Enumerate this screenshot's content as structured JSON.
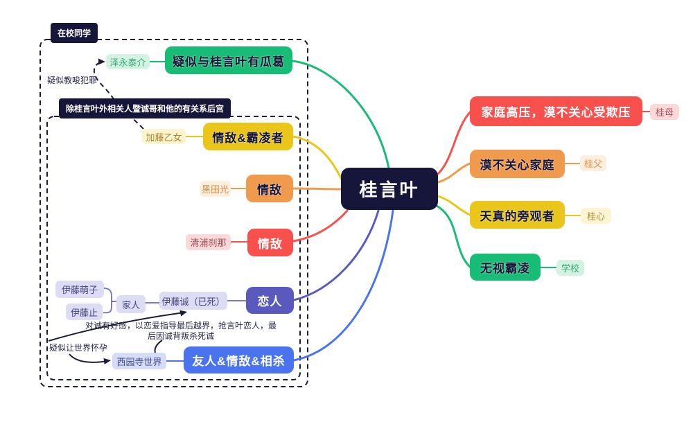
{
  "palette": {
    "dark": "#16163b",
    "line": "#1b1b3a",
    "note_text": "#262648",
    "green": "#17bd74",
    "green_light": "#d3f2e2",
    "green_text": "#36a876",
    "yellow": "#e9c619",
    "yellow_light": "#fcf3cf",
    "yellow_text": "#a8862c",
    "orange": "#ef9a4d",
    "orange_light": "#fdeedd",
    "orange_text": "#df8c3f",
    "red": "#f8514d",
    "red_light": "#fbd9d9",
    "red_text": "#a04f58",
    "indigo": "#5a5abe",
    "indigo_light": "#dddcf5",
    "indigo_text": "#44427a",
    "indigo_line": "#7a7ac8",
    "blue": "#4a73f0",
    "blue_light": "#d6dcf7",
    "blue_text": "#3e4a87",
    "white": "#ffffff"
  },
  "center": {
    "label": "桂言叶",
    "bg": "#16163b",
    "fg": "#ffffff"
  },
  "boundaries": {
    "school_mates": {
      "label": "在校同学",
      "bg": "#16163b",
      "fg": "#ffffff"
    },
    "harem": {
      "label": "除桂言叶外相关人暨诚哥和他的有关系后宫",
      "bg": "#16163b",
      "fg": "#ffffff"
    }
  },
  "branches": {
    "affair": {
      "label": "疑似与桂言叶有瓜葛",
      "bg": "#17bd74",
      "fg": "#16163b",
      "chip": {
        "label": "泽永泰介",
        "bg": "#d3f2e2",
        "fg": "#36a876"
      }
    },
    "rival_bully": {
      "label": "情敌&霸凌者",
      "bg": "#e9c619",
      "fg": "#16163b",
      "chip": {
        "label": "加藤乙女",
        "bg": "#fcf3cf",
        "fg": "#a8862c"
      }
    },
    "rival_orange": {
      "label": "情敌",
      "bg": "#ef9a4d",
      "fg": "#16163b",
      "chip": {
        "label": "黑田光",
        "bg": "#fdeedd",
        "fg": "#df8c3f"
      }
    },
    "rival_red": {
      "label": "情敌",
      "bg": "#f8514d",
      "fg": "#ffffff",
      "chip": {
        "label": "清浦刹那",
        "bg": "#fbd9d9",
        "fg": "#a04f58"
      }
    },
    "lover": {
      "label": "恋人",
      "bg": "#5a5abe",
      "fg": "#ffffff",
      "chips": {
        "moeko": {
          "label": "伊藤萌子",
          "bg": "#dddcf5",
          "fg": "#44427a"
        },
        "itaru": {
          "label": "伊藤止",
          "bg": "#dddcf5",
          "fg": "#44427a"
        },
        "family": {
          "label": "家人",
          "bg": "#dddcf5",
          "fg": "#44427a"
        },
        "makoto": {
          "label": "伊藤诚（已死）",
          "bg": "#dddcf5",
          "fg": "#44427a"
        }
      }
    },
    "friend_rival": {
      "label": "友人&情敌&相杀",
      "bg": "#4a73f0",
      "fg": "#ffffff",
      "chip": {
        "label": "西园寺世界",
        "bg": "#d6dcf7",
        "fg": "#3e4a87"
      }
    },
    "mother": {
      "label": "家庭高压，漠不关心受欺压",
      "bg": "#f8514d",
      "fg": "#ffffff",
      "chip": {
        "label": "桂母",
        "bg": "#fbd9d9",
        "fg": "#a04f58"
      }
    },
    "father": {
      "label": "漠不关心家庭",
      "bg": "#ef9a4d",
      "fg": "#16163b",
      "chip": {
        "label": "桂父",
        "bg": "#fdeedd",
        "fg": "#df8c3f"
      }
    },
    "little_sister": {
      "label": "天真的旁观者",
      "bg": "#e9c619",
      "fg": "#16163b",
      "chip": {
        "label": "桂心",
        "bg": "#fcf4d3",
        "fg": "#a8862c"
      }
    },
    "school": {
      "label": "无视霸凌",
      "bg": "#17bd74",
      "fg": "#16163b",
      "chip": {
        "label": "学校",
        "bg": "#d3f2e2",
        "fg": "#36a876"
      }
    }
  },
  "annotations": {
    "crime": {
      "label": "疑似教唆犯罪"
    },
    "sekai_note": {
      "line1": "对诚有好感，以恋爱指导最后越界，抢言叶恋人，最",
      "line2": "后因诚背叛杀死诚"
    },
    "pregnant": {
      "label": "疑似让世界怀孕"
    }
  }
}
